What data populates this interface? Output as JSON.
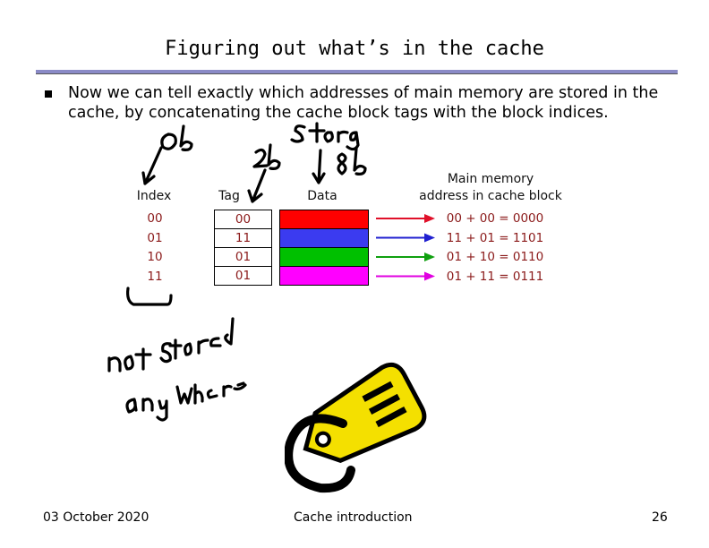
{
  "slide": {
    "title": "Figuring out what’s in the cache",
    "bullet": "Now we can tell exactly which addresses of main memory are stored in the cache, by concatenating the cache block tags with the block indices."
  },
  "table": {
    "headers": {
      "index": "Index",
      "tag": "Tag",
      "data": "Data",
      "main_memory": "Main memory",
      "main_memory_sub": "address in cache block"
    },
    "rows": [
      {
        "index": "00",
        "tag": "00",
        "color": "#ff0000",
        "arrow_color": "#e0102a",
        "address": "00 + 00 = 0000"
      },
      {
        "index": "01",
        "tag": "11",
        "color": "#3b3bf0",
        "arrow_color": "#2020d0",
        "address": "11 + 01 = 1101"
      },
      {
        "index": "10",
        "tag": "01",
        "color": "#00c000",
        "arrow_color": "#10a010",
        "address": "01 + 10 = 0110"
      },
      {
        "index": "11",
        "tag": "01",
        "color": "#ff00ff",
        "arrow_color": "#e000e0",
        "address": "01 + 11 = 0111"
      }
    ]
  },
  "footer": {
    "date": "03 October 2020",
    "center": "Cache introduction",
    "page": "26"
  }
}
